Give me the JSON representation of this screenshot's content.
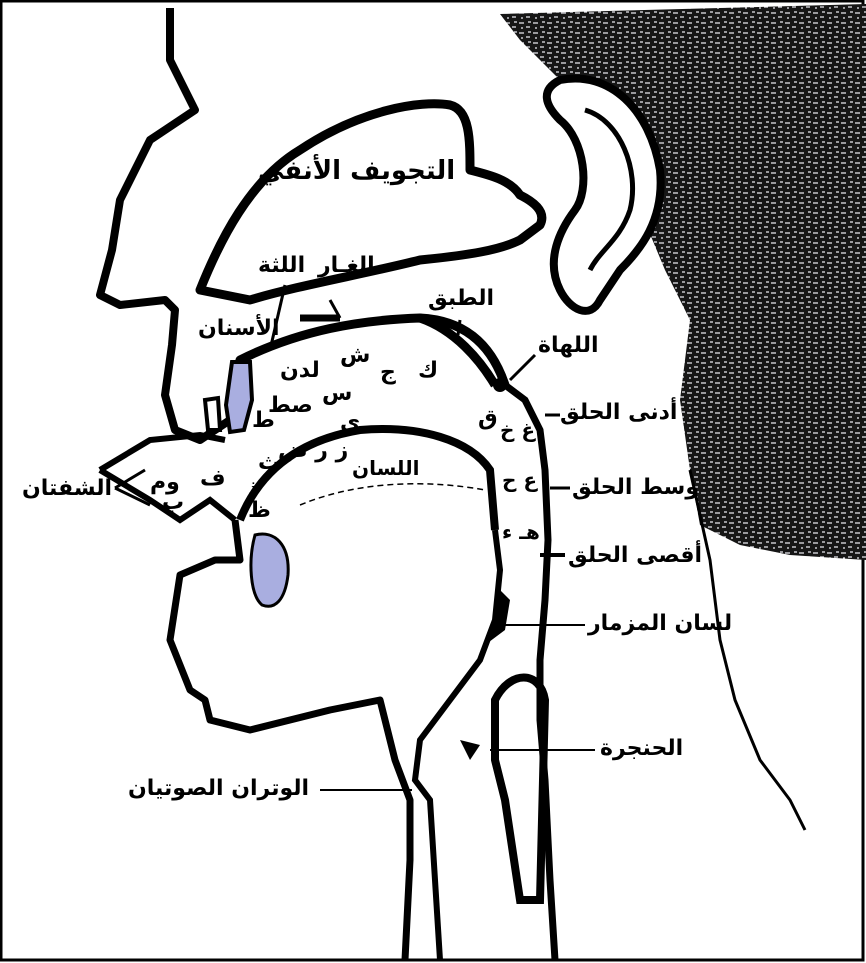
{
  "labels": {
    "nasal_cavity": "التجويف الأنفي",
    "hard_palate": "الغـار",
    "gums": "اللثة",
    "teeth": "الأسنان",
    "velum": "الطبق",
    "uvula": "اللهاة",
    "upper_pharynx": "أدنى الحلق",
    "mid_pharynx": "وسط الحلق",
    "deep_pharynx": "أقصى الحلق",
    "lips": "الشفتان",
    "tongue": "اللسان",
    "epiglottis": "لسان المزمار",
    "larynx": "الحنجرة",
    "vocal_cords": "الوتران الصوتيان"
  },
  "letters": {
    "sheen": "ش",
    "jeem": "ج",
    "kaf": "ك",
    "lam_dal_noon": "لدن",
    "seen": "س",
    "sad_ta": "صط",
    "ta": "ط",
    "ra_dad": "ز ر ض",
    "ya": "ي",
    "tha": "ث",
    "dhal": "ذ",
    "dha": "ظ",
    "fa": "ف",
    "meem_waw": "وم",
    "ba": "ب",
    "qaf": "ق",
    "ghain_kha": "غ خ",
    "ain_ha": "ع ح",
    "ha_hamza": "هـ ء"
  },
  "colors": {
    "highlight": "#a9aee0",
    "ink": "#000000",
    "hair": "#141414"
  }
}
